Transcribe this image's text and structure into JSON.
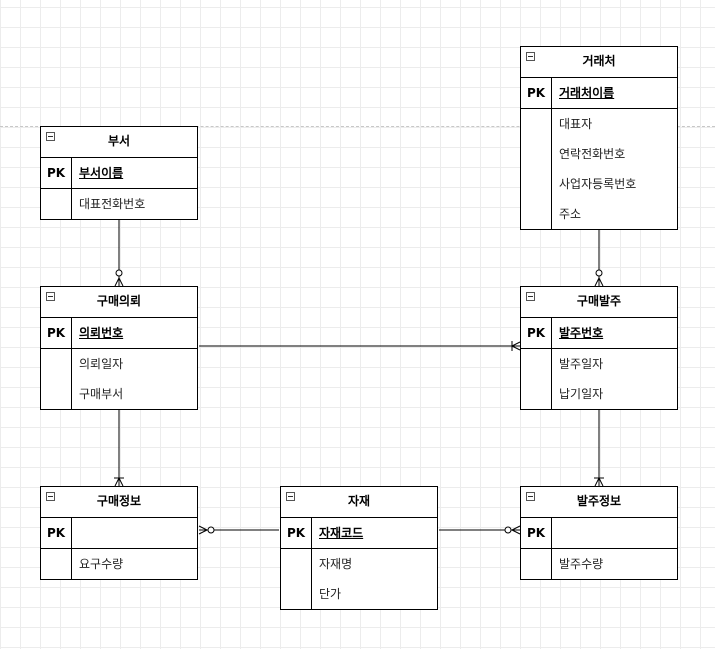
{
  "entities": {
    "vendor": {
      "title": "거래처",
      "pk_label": "PK",
      "pk": "거래처이름",
      "attrs": [
        "대표자",
        "연락전화번호",
        "사업자등록번호",
        "주소"
      ]
    },
    "department": {
      "title": "부서",
      "pk_label": "PK",
      "pk": "부서이름",
      "attrs": [
        "대표전화번호"
      ]
    },
    "purchase_request": {
      "title": "구매의뢰",
      "pk_label": "PK",
      "pk": "의뢰번호",
      "attrs": [
        "의뢰일자",
        "구매부서"
      ]
    },
    "purchase_order": {
      "title": "구매발주",
      "pk_label": "PK",
      "pk": "발주번호",
      "attrs": [
        "발주일자",
        "납기일자"
      ]
    },
    "purchase_info": {
      "title": "구매정보",
      "pk_label": "PK",
      "pk": "",
      "attrs": [
        "요구수량"
      ]
    },
    "material": {
      "title": "자재",
      "pk_label": "PK",
      "pk": "자재코드",
      "attrs": [
        "자재명",
        "단가"
      ]
    },
    "order_info": {
      "title": "발주정보",
      "pk_label": "PK",
      "pk": "",
      "attrs": [
        "발주수량"
      ]
    }
  },
  "relationships": [
    {
      "from": "department",
      "to": "purchase_request",
      "notation": "one-to-zero-or-many"
    },
    {
      "from": "vendor",
      "to": "purchase_order",
      "notation": "one-to-zero-or-many"
    },
    {
      "from": "purchase_request",
      "to": "purchase_order",
      "notation": "one-to-one-or-many"
    },
    {
      "from": "purchase_request",
      "to": "purchase_info",
      "notation": "one-to-one-or-many"
    },
    {
      "from": "purchase_order",
      "to": "order_info",
      "notation": "one-to-one-or-many"
    },
    {
      "from": "material",
      "to": "purchase_info",
      "notation": "zero-or-many"
    },
    {
      "from": "material",
      "to": "order_info",
      "notation": "zero-or-many"
    }
  ],
  "colors": {
    "line": "#000000",
    "grid": "#ececec",
    "background": "#ffffff"
  }
}
